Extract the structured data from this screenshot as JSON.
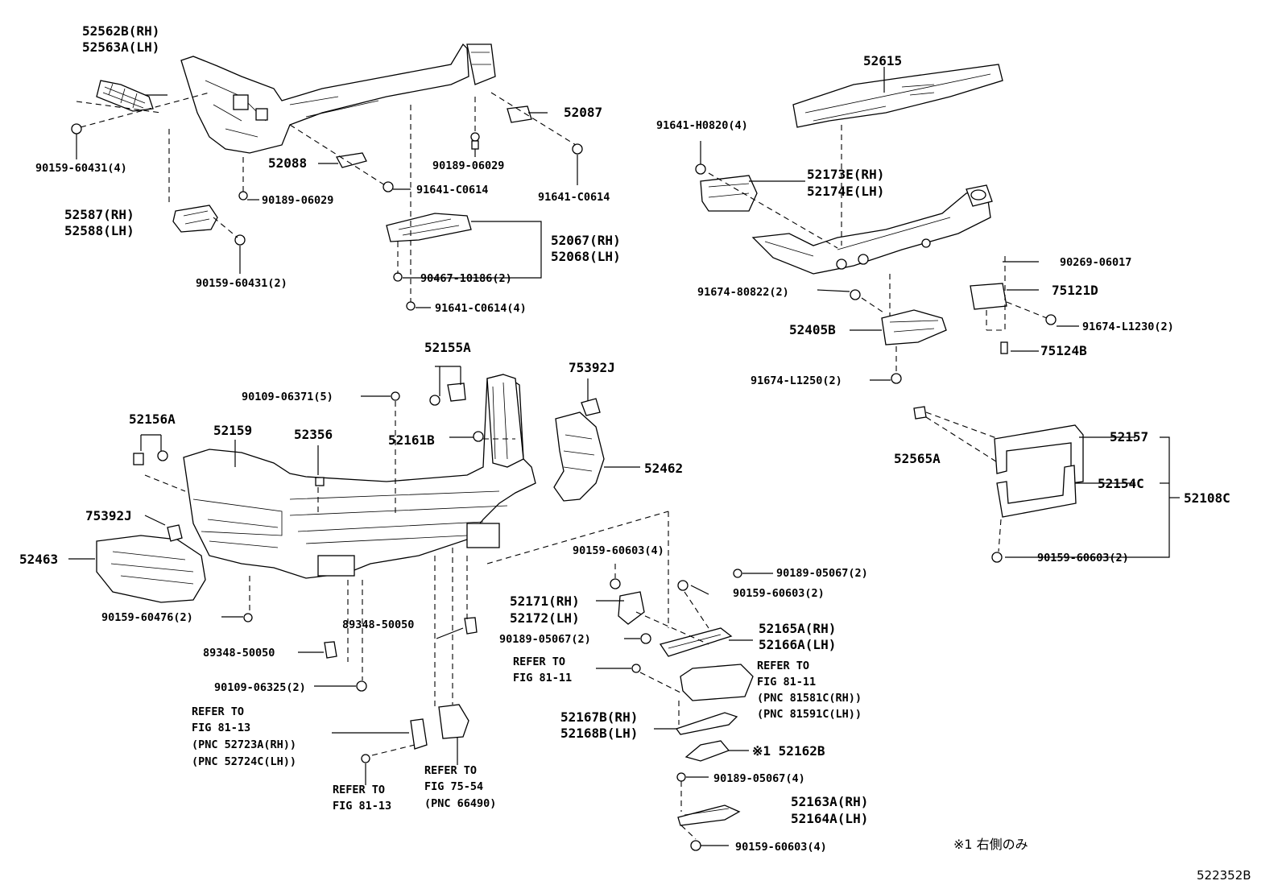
{
  "labels": {
    "p52562b": "52562B(RH)",
    "p52563a": "52563A(LH)",
    "p90159_60431_4": "90159-60431(4)",
    "p52088": "52088",
    "p90189_06029_a": "90189-06029",
    "p52587": "52587(RH)",
    "p52588": "52588(LH)",
    "p90159_60431_2": "90159-60431(2)",
    "p90189_06029_b": "90189-06029",
    "p52087": "52087",
    "p91641_c0614_a": "91641-C0614",
    "p91641_c0614_b": "91641-C0614",
    "p52067": "52067(RH)",
    "p52068": "52068(LH)",
    "p90467_10186": "90467-10186(2)",
    "p91641_c0614_4": "91641-C0614(4)",
    "p52615": "52615",
    "p91641_h0820": "91641-H0820(4)",
    "p52173e": "52173E(RH)",
    "p52174e": "52174E(LH)",
    "p90269_06017": "90269-06017",
    "p91674_80822": "91674-80822(2)",
    "p75121d": "75121D",
    "p52405b": "52405B",
    "p91674_l1230": "91674-L1230(2)",
    "p75124b": "75124B",
    "p91674_l1250": "91674-L1250(2)",
    "p52155a": "52155A",
    "p75392j_a": "75392J",
    "p90109_06371": "90109-06371(5)",
    "p52156a": "52156A",
    "p52159": "52159",
    "p52356": "52356",
    "p52161b": "52161B",
    "p52462": "52462",
    "p52565a": "52565A",
    "p52157": "52157",
    "p52154c": "52154C",
    "p52108c": "52108C",
    "p75392j_b": "75392J",
    "p52463": "52463",
    "p90159_60603_4a": "90159-60603(4)",
    "p90189_05067_2a": "90189-05067(2)",
    "p90159_60603_2a": "90159-60603(2)",
    "p90159_60603_2b": "90159-60603(2)",
    "p52171": "52171(RH)",
    "p52172": "52172(LH)",
    "p90159_60476": "90159-60476(2)",
    "p89348_50050_a": "89348-50050",
    "p52165a": "52165A(RH)",
    "p52166a": "52166A(LH)",
    "p90189_05067_2b": "90189-05067(2)",
    "p89348_50050_b": "89348-50050",
    "p90109_06325": "90109-06325(2)",
    "p52167b": "52167B(RH)",
    "p52168b": "52168B(LH)",
    "p52162b": "※1 52162B",
    "p90189_05067_4": "90189-05067(4)",
    "p52163a": "52163A(RH)",
    "p52164a": "52164A(LH)",
    "p90159_60603_4b": "90159-60603(4)"
  },
  "refs": {
    "r81_11a_1": "REFER TO",
    "r81_11a_2": "FIG 81-11",
    "r81_11b_1": "REFER TO",
    "r81_11b_2": "FIG 81-11",
    "r81_11b_3": "(PNC 81581C(RH))",
    "r81_11b_4": "(PNC 81591C(LH))",
    "r81_13a_1": "REFER TO",
    "r81_13a_2": "FIG 81-13",
    "r81_13a_3": "(PNC 52723A(RH))",
    "r81_13a_4": "(PNC 52724C(LH))",
    "r81_13b_1": "REFER TO",
    "r81_13b_2": "FIG 81-13",
    "r75_54_1": "REFER TO",
    "r75_54_2": "FIG 75-54",
    "r75_54_3": "(PNC 66490)"
  },
  "footer": {
    "note": "※1 右側のみ",
    "code": "522352B"
  }
}
